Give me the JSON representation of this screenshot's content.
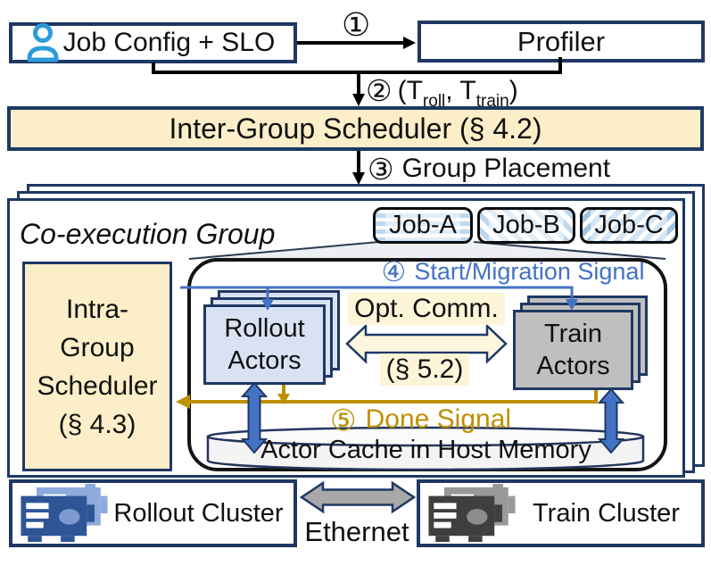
{
  "colors": {
    "navy_border": "#1F3864",
    "yellow_fill": "#FBEEC8",
    "signal_blue": "#4472C4",
    "signal_gold": "#BF9000",
    "rollout_fill": "#D9E2F3",
    "train_fill": "#BFBFBF",
    "stripe_blue": "#BDD7EE"
  },
  "top": {
    "job_config_label": "Job Config + SLO",
    "profiler_label": "Profiler",
    "step1_num": "①",
    "step2_num": "②",
    "step2_pre": "(T",
    "step2_sub1": "roll",
    "step2_mid": ", T",
    "step2_sub2": "train",
    "step2_post": ")"
  },
  "scheduler": {
    "label": "Inter-Group Scheduler (§ 4.2)"
  },
  "step3": {
    "num": "③",
    "label": "Group Placement"
  },
  "group": {
    "title": "Co-execution Group",
    "jobs": [
      "Job-A",
      "Job-B",
      "Job-C"
    ],
    "intra_lines": [
      "Intra-",
      "Group",
      "Scheduler",
      "(§ 4.3)"
    ],
    "signal4_num": "④",
    "signal4_label": "Start/Migration Signal",
    "rollout_lines": [
      "Rollout",
      "Actors"
    ],
    "train_lines": [
      "Train",
      "Actors"
    ],
    "opt_comm_title": "Opt. Comm.",
    "opt_comm_section": "(§ 5.2)",
    "signal5_num": "⑤",
    "signal5_label": "Done Signal",
    "cache_label": "Actor Cache in Host Memory"
  },
  "bottom": {
    "rollout_label": "Rollout Cluster",
    "ethernet_label": "Ethernet",
    "train_label": "Train Cluster"
  }
}
